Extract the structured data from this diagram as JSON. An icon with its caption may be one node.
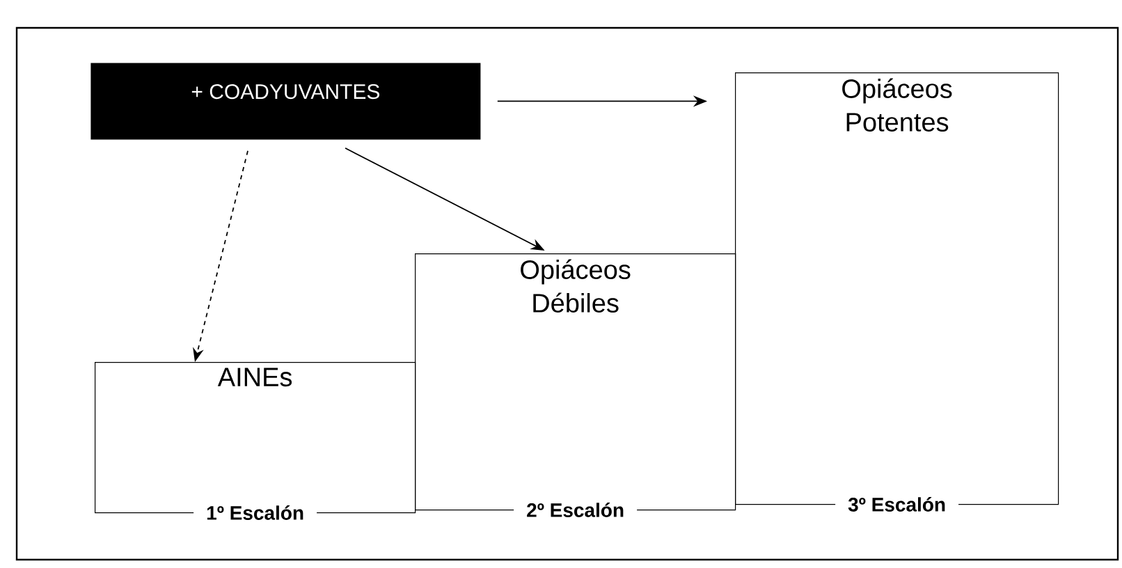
{
  "diagram": {
    "nodes": [
      {
        "text": [
          "+ COADYUVANTES"
        ]
      },
      {
        "text": [
          "AINEs",
          "1º Escalón"
        ]
      },
      {
        "text": [
          "Opiáceos Débiles",
          "2º Escalón"
        ]
      },
      {
        "text": [
          "Opiáceos Potentes",
          "3º Escalón"
        ]
      }
    ],
    "edges": [
      {
        "from": 0,
        "to": 1,
        "arrow": "to",
        "style": "dashed"
      },
      {
        "from": 0,
        "to": 2,
        "arrow": "to"
      },
      {
        "from": 0,
        "to": 3,
        "arrow": "to"
      }
    ]
  }
}
